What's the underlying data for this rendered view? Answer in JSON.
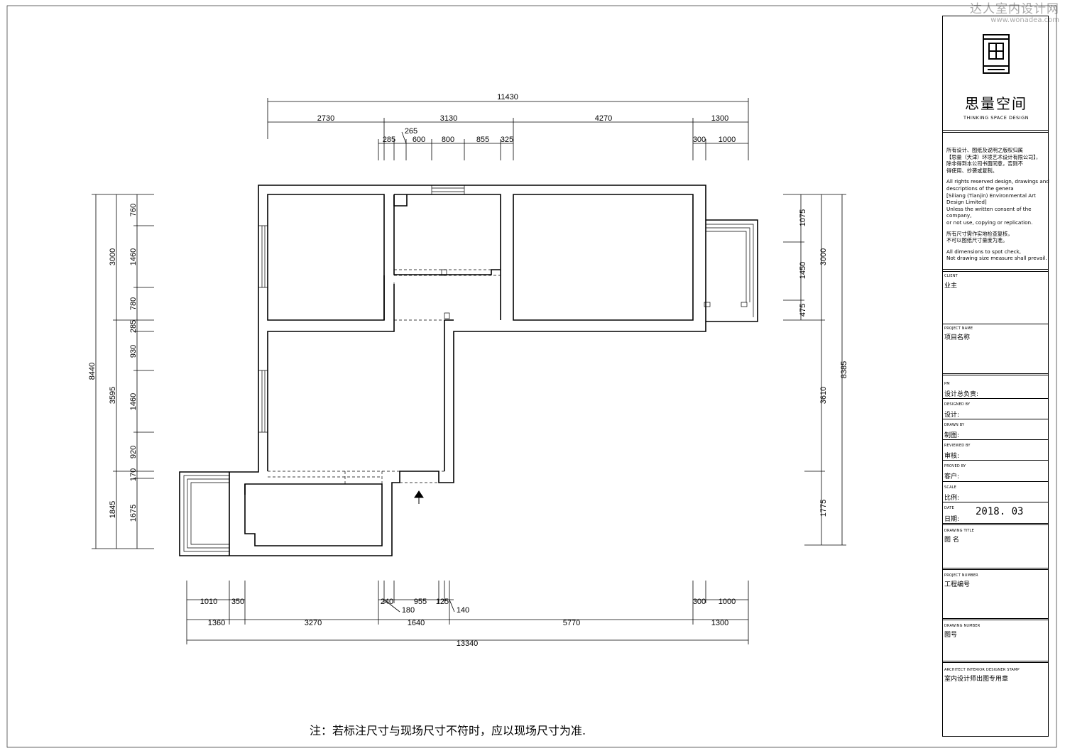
{
  "watermark": {
    "site_cn": "达人室内设计网",
    "url": "www.wonadea.com"
  },
  "title_block": {
    "brand_cn": "思量空间",
    "brand_en": "THINKING SPACE DESIGN",
    "copyright_cn_1": "所有设计、图纸及说明之版权归属\n【思量（天津）环境艺术设计有限公司】，\n除非得到本公司书面同意，否则不\n得使用、抄袭或复制。",
    "copyright_en_1": "All rights reserved design, drawings and\ndescriptions of the genera\n[Siliang (Tianjin) Environmental Art Design Limited]\nUnless the written consent of the company,\nor not use, copying or replication.",
    "copyright_cn_2": "所有尺寸需作实地检查复核，\n不可以图纸尺寸量度为准。",
    "copyright_en_2": "All dimensions to spot check,\nNot drawing size measure shall prevail.",
    "client_en": "CLIENT",
    "client_cn": "业主",
    "project_name_en": "PROJECT NAME",
    "project_name_cn": "项目名称",
    "pm_en": "PM",
    "pm_cn": "设计总负责:",
    "designed_en": "DESIGNED BY",
    "designed_cn": "设计:",
    "drawn_en": "DRAWN BY",
    "drawn_cn": "制图:",
    "reviewed_en": "REVIEWED BY",
    "reviewed_cn": "审核:",
    "proved_en": "PROVED BY",
    "proved_cn": "客户:",
    "scale_en": "SCALE",
    "scale_cn": "比例:",
    "date_en": "DATE",
    "date_cn": "日期:",
    "date_value": "2018. 03",
    "drawing_title_en": "DRAWING TITLE",
    "drawing_title_cn": "图  名",
    "project_number_en": "PROJECT NUMBER",
    "project_number_cn": "工程编号",
    "drawing_number_en": "DRAWING NUMBER",
    "drawing_number_cn": "图号",
    "stamp_en": "ARCHITECT INTERIOR DESIGNER STAMP",
    "stamp_cn": "室内设计师出图专用章"
  },
  "dims": {
    "top_total": "11430",
    "top_row2": [
      "2730",
      "3130",
      "4270",
      "1300"
    ],
    "top_row3": [
      "285",
      "265",
      "600",
      "800",
      "855",
      "325",
      "300",
      "1000"
    ],
    "bottom_total": "13340",
    "bottom_row2": [
      "1360",
      "3270",
      "1640",
      "5770",
      "1300"
    ],
    "bottom_row1": [
      "1010",
      "350",
      "240",
      "180",
      "955",
      "125",
      "140",
      "300",
      "1000"
    ],
    "left_total": "8440",
    "left_mid": [
      "3000",
      "3595",
      "1845"
    ],
    "left_inner": [
      "760",
      "1460",
      "780",
      "285",
      "930",
      "1460",
      "920",
      "170",
      "1675"
    ],
    "right_total": "8385",
    "right_mid": [
      "3000",
      "3610",
      "1775"
    ],
    "right_inner": [
      "1075",
      "1450",
      "475"
    ]
  },
  "note": "注：若标注尺寸与现场尺寸不符时，应以现场尺寸为准."
}
